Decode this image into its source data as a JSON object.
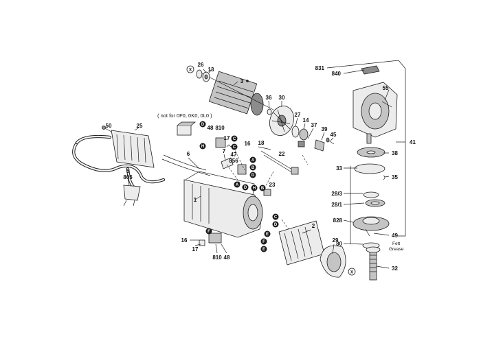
{
  "note": "( not for 0F0, 0K0, 0L0 )",
  "fett_line1": "Fett",
  "fett_line2": "Grease",
  "cross_symbol": "X",
  "labels": {
    "l26": "26",
    "l13": "13",
    "l3": "3",
    "l36": "36",
    "l30": "30",
    "l27": "27",
    "l14": "14",
    "l37": "37",
    "l39": "39",
    "l45": "45",
    "l831": "831",
    "l840": "840",
    "l55": "55",
    "l41": "41",
    "l50": "50",
    "l25": "25",
    "l48a": "48",
    "l810a": "810",
    "l17a": "17",
    "l16a": "16",
    "l47": "47",
    "l18": "18",
    "l22": "22",
    "l7": "7",
    "l6": "6",
    "l856": "856",
    "l23": "23",
    "l5": "5",
    "l805": "805",
    "l1": "1",
    "l38": "38",
    "l33": "33",
    "l35": "35",
    "l28_3": "28/3",
    "l28_1": "28/1",
    "l828": "828",
    "l49": "49",
    "l80": "80",
    "l32": "32",
    "l16b": "16",
    "l17b": "17",
    "l810b": "810",
    "l48b": "48",
    "l2": "2",
    "l29": "29"
  },
  "badges": {
    "b_d1": "D",
    "b_h1": "H",
    "b_c1": "C",
    "b_c2": "C",
    "b_a1": "A",
    "b_b1": "B",
    "b_d2": "D",
    "b_a2": "A",
    "b_d3": "D",
    "b_h2": "H",
    "b_b2": "B",
    "b_f1": "F",
    "b_c3": "C",
    "b_d4": "D",
    "b_e1": "E",
    "b_f2": "F",
    "b_e2": "E"
  }
}
